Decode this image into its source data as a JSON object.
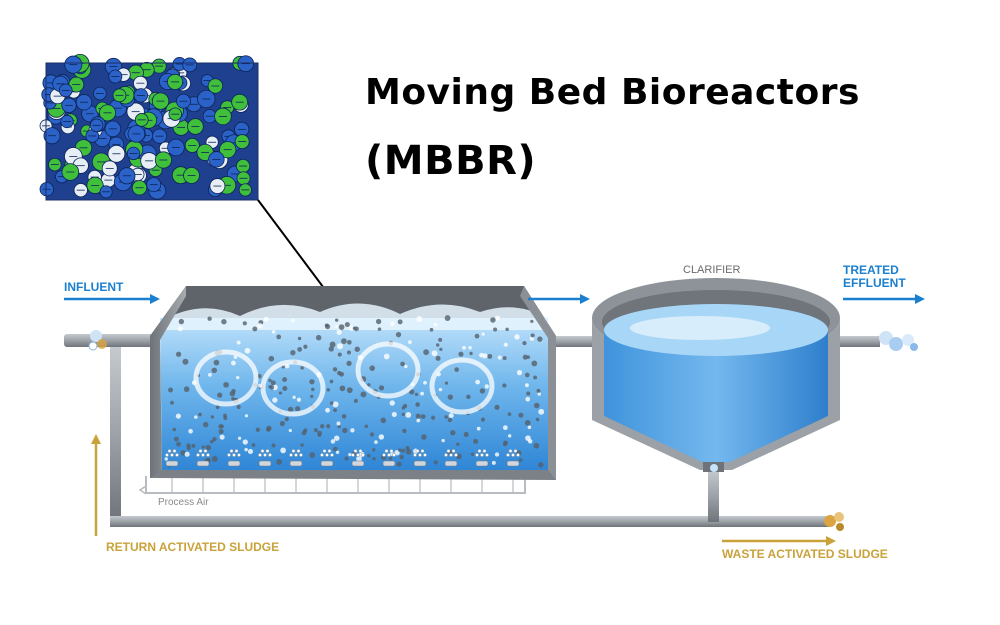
{
  "title": {
    "line1": "Moving Bed Bioreactors",
    "line2": "(MBBR)"
  },
  "labels": {
    "influent": "INFLUENT",
    "treated_line1": "TREATED",
    "treated_line2": "EFFLUENT",
    "clarifier": "CLARIFIER",
    "return_sludge": "RETURN ACTIVATED SLUDGE",
    "waste_sludge": "WASTE ACTIVATED SLUDGE",
    "process_air": "Process Air"
  },
  "colors": {
    "flow_arrow": "#1a7fcf",
    "sludge_arrow": "#c9a23a",
    "water": "#4f9fe0",
    "tank_wall": "#8c9196",
    "pipe": "#9aa0a5",
    "carrier_blue": "#2a62c8",
    "carrier_green": "#3fbf3a",
    "carrier_white": "#e8eef6"
  },
  "icons": {
    "carrier_media_photo": "plastic-biofilm-carriers",
    "diffusers": "air-diffuser-icons"
  }
}
